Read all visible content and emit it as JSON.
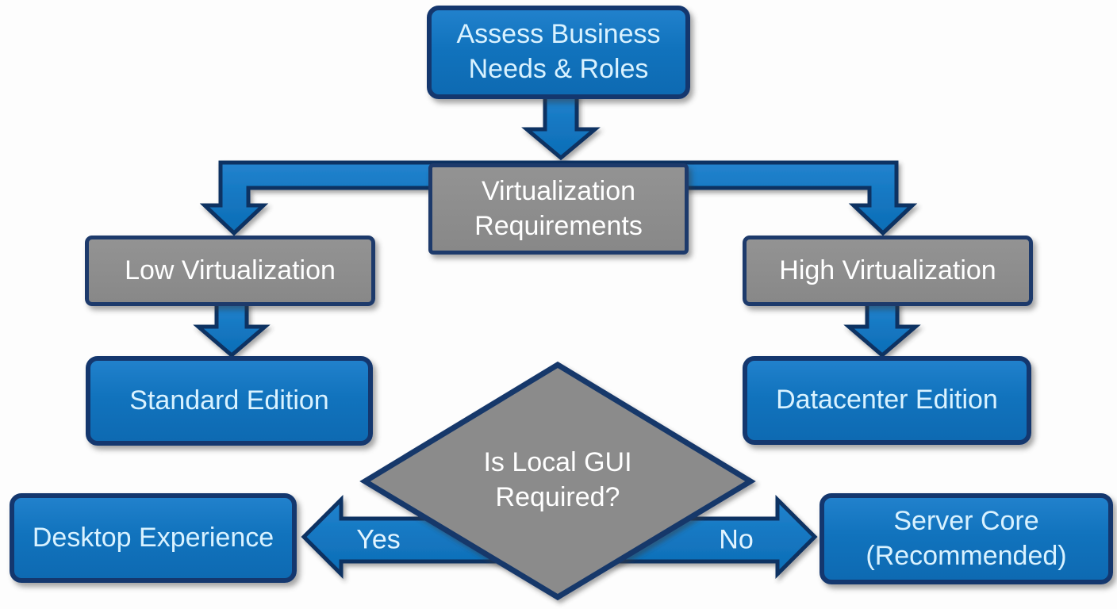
{
  "nodes": {
    "assess": {
      "label": "Assess Business Needs & Roles"
    },
    "virtualization": {
      "label": "Virtualization Requirements"
    },
    "low_virtualization": {
      "label": "Low Virtualization"
    },
    "high_virtualization": {
      "label": "High Virtualization"
    },
    "standard_edition": {
      "label": "Standard Edition"
    },
    "datacenter_edition": {
      "label": "Datacenter Edition"
    },
    "gui_decision": {
      "label": "Is Local GUI Required?"
    },
    "desktop_experience": {
      "label": "Desktop Experience"
    },
    "server_core": {
      "label": "Server Core (Recommended)"
    }
  },
  "edge_labels": {
    "yes": "Yes",
    "no": "No"
  },
  "colors": {
    "process_fill": "#1173bd",
    "decision_fill": "#8b8b8b",
    "outline_navy": "#14376e",
    "arrow_outline": "#0e3262",
    "text_on_blue": "#d9f2ff",
    "text_on_gray": "#ffffff",
    "background": "#fdfdfd"
  }
}
